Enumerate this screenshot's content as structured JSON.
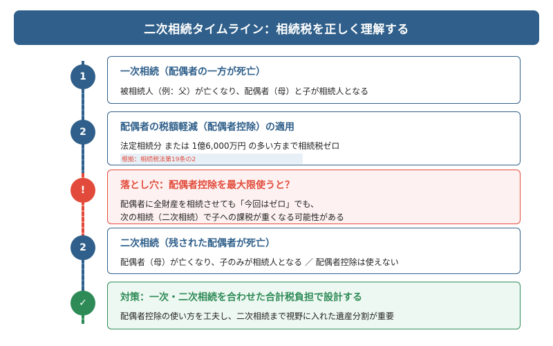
{
  "header": {
    "title": "二次相続タイムライン：相続税を正しく理解する"
  },
  "steps": [
    {
      "marker": "1",
      "title": "一次相続（配偶者の一方が死亡）",
      "lines": [
        "被相続人（例：父）が亡くなり、配偶者（母）と子が相続人となる"
      ]
    },
    {
      "marker": "2",
      "title": "配偶者の税額軽減（配偶者控除）の適用",
      "lines": [
        "法定相続分 または 1億6,000万円 の多い方まで相続税ゼロ"
      ],
      "note": "根拠：相続税法第19条の2"
    },
    {
      "marker": "!",
      "title": "落とし穴：配偶者控除を最大限使うと？",
      "lines": [
        "配偶者に全財産を相続させても「今回はゼロ」でも、",
        "次の相続（二次相続）で子への課税が重くなる可能性がある"
      ]
    },
    {
      "marker": "2",
      "title": "二次相続（残された配偶者が死亡）",
      "lines": [
        "配偶者（母）が亡くなり、子のみが相続人となる ／ 配偶者控除は使えない"
      ]
    },
    {
      "marker": "✓",
      "title": "対策：一次・二次相続を合わせた合計税負担で設計する",
      "lines": [
        "配偶者控除の使い方を工夫し、二次相続まで視野に入れた遺産分割が重要"
      ]
    }
  ],
  "colors": {
    "primary": "#2f5f8a",
    "warning": "#e24b3c",
    "success": "#2e8b57"
  }
}
